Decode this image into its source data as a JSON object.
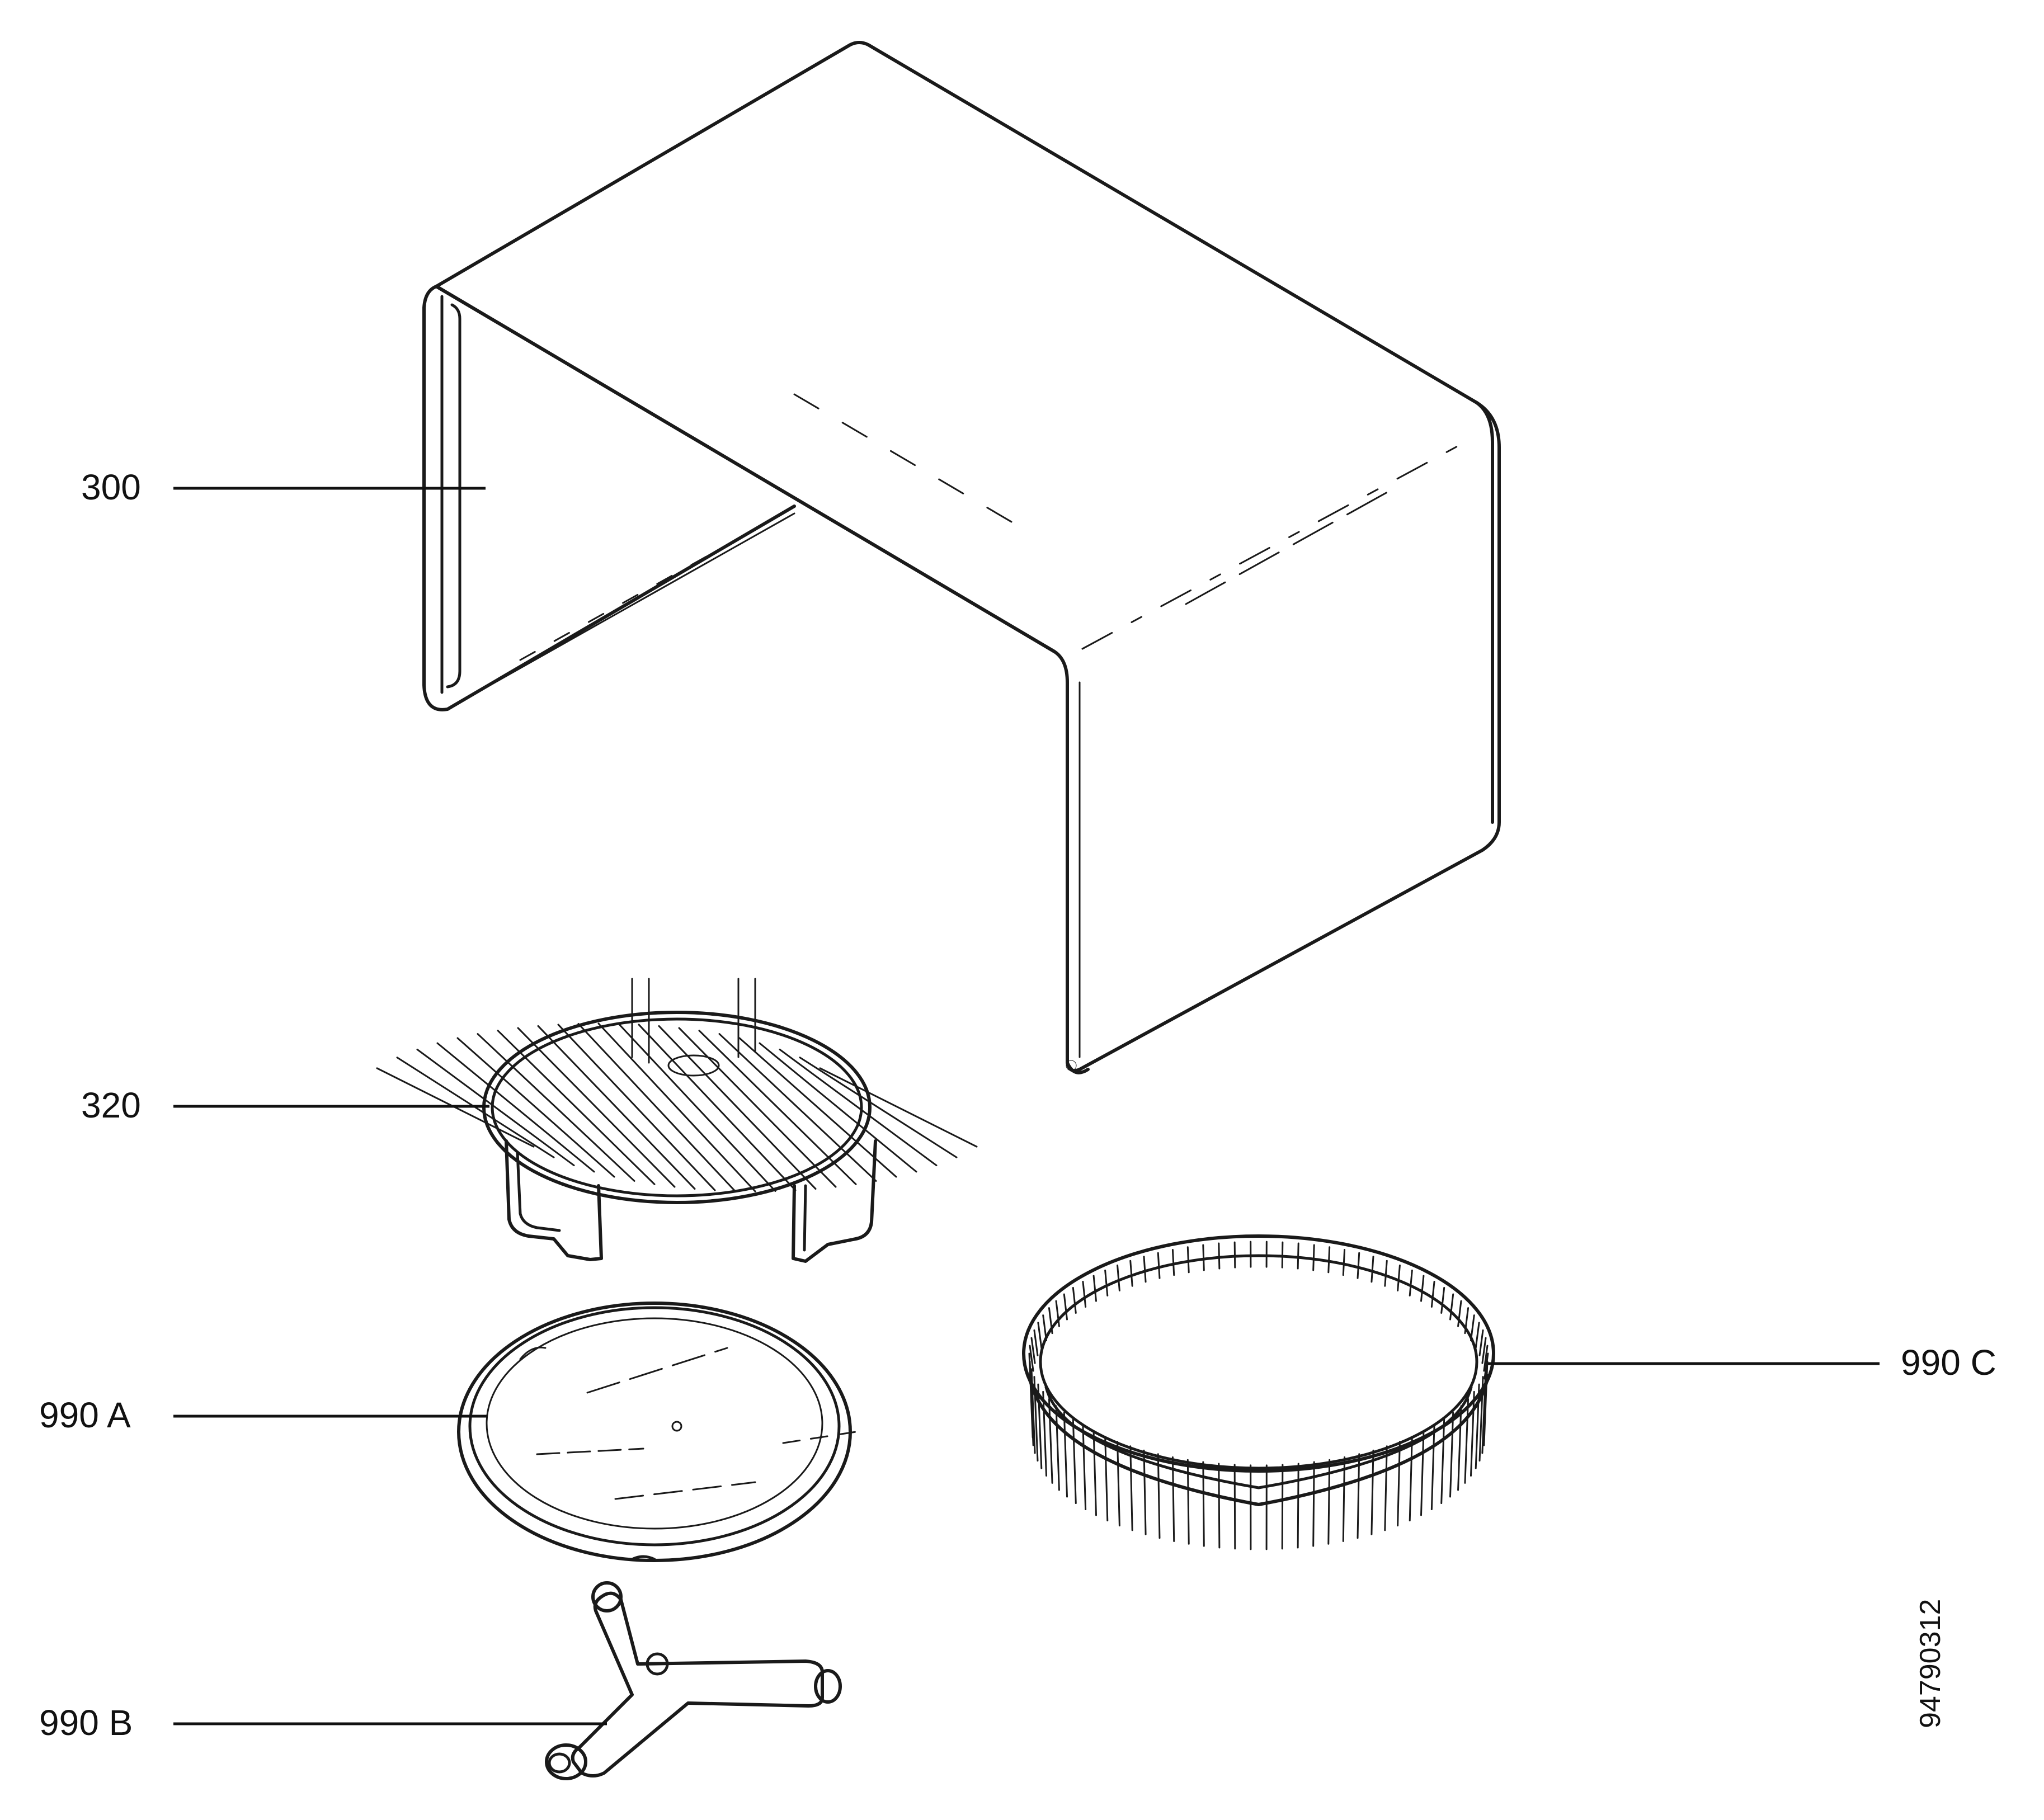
{
  "labels": {
    "part_300": "300",
    "part_320": "320",
    "part_990a": "990 A",
    "part_990b": "990 B",
    "part_990c": "990 C"
  },
  "drawing_number": "94790312"
}
